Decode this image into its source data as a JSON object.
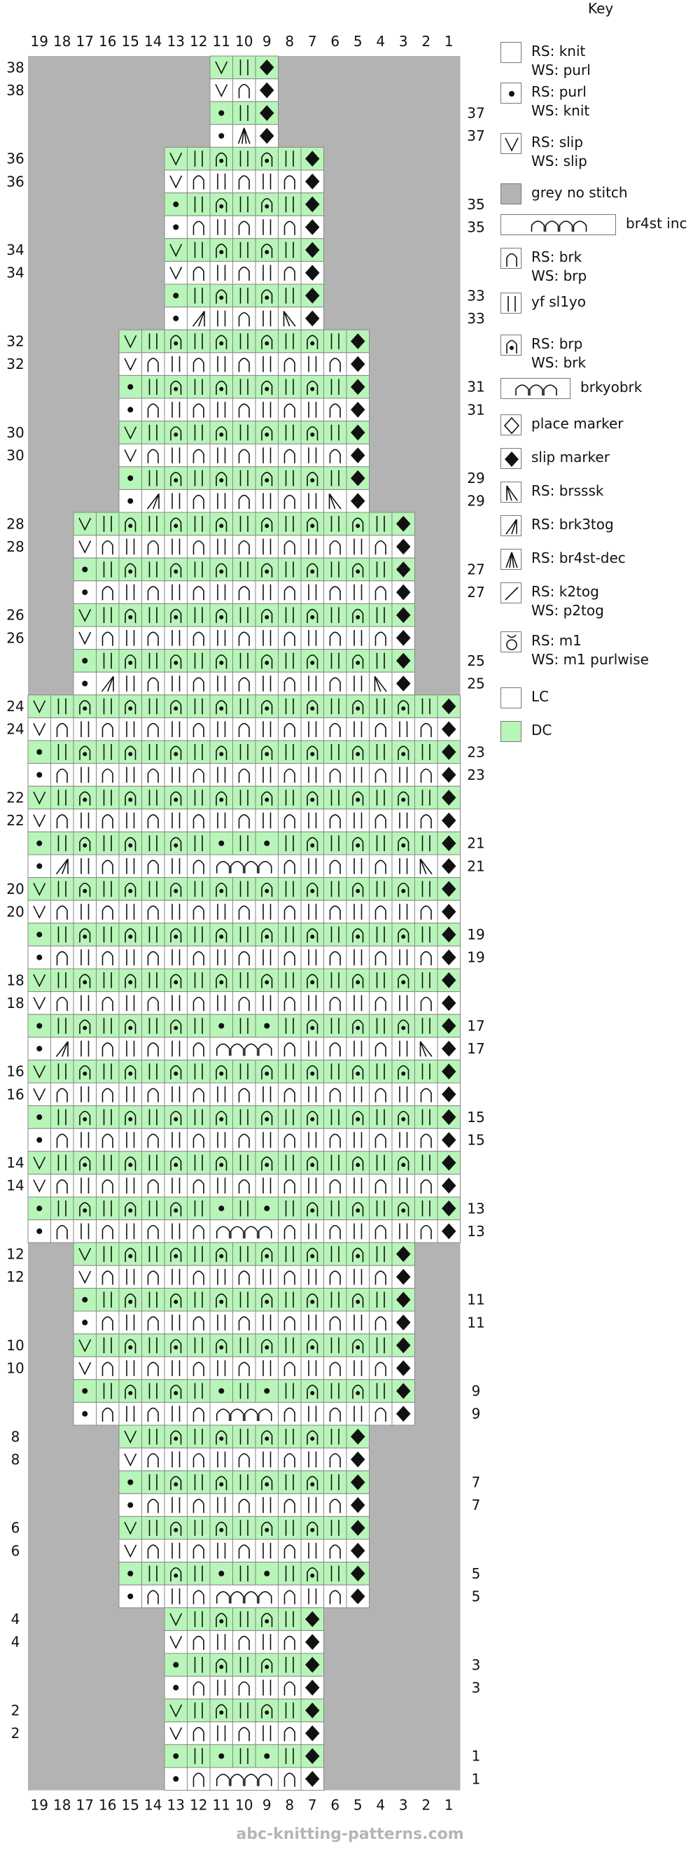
{
  "colors": {
    "grey": "#b3b3b3",
    "lc": "#ffffff",
    "dc": "#b8f5b8",
    "grid": "#888888"
  },
  "key": {
    "title": "Key",
    "items": [
      {
        "symbol": "knit",
        "label": "RS: knit\nWS: purl"
      },
      {
        "symbol": "purl",
        "label": "RS: purl\nWS: knit"
      },
      {
        "symbol": "slip",
        "label": "RS: slip\nWS: slip"
      },
      {
        "symbol": "grey",
        "label": "grey no stitch"
      },
      {
        "symbol": "br4stinc",
        "label": "br4st inc"
      },
      {
        "symbol": "brk",
        "label": "RS: brk\nWS: brp"
      },
      {
        "symbol": "yfsl1yo",
        "label": "yf sl1yo"
      },
      {
        "symbol": "brp",
        "label": "RS: brp\nWS: brk"
      },
      {
        "symbol": "brkyobrk",
        "label": "brkyobrk"
      },
      {
        "symbol": "place",
        "label": "place marker"
      },
      {
        "symbol": "slipmarker",
        "label": "slip marker"
      },
      {
        "symbol": "brsssk",
        "label": "RS: brsssk"
      },
      {
        "symbol": "brk3tog",
        "label": "RS: brk3tog"
      },
      {
        "symbol": "br4stdec",
        "label": "RS: br4st-dec"
      },
      {
        "symbol": "k2tog",
        "label": "RS: k2tog\nWS: p2tog"
      },
      {
        "symbol": "m1",
        "label": "RS: m1\nWS: m1 purlwise"
      },
      {
        "symbol": "lc",
        "label": "LC"
      },
      {
        "symbol": "dc",
        "label": "DC"
      }
    ]
  },
  "chart_data": {
    "type": "table",
    "title": "",
    "columns": [
      19,
      18,
      17,
      16,
      15,
      14,
      13,
      12,
      11,
      10,
      9,
      8,
      7,
      6,
      5,
      4,
      3,
      2,
      1
    ],
    "rows": [
      {
        "left": "38",
        "right": "",
        "cells": {
          "11": "slip-dc",
          "10": "yf-dc",
          "9": "slipmarker"
        }
      },
      {
        "left": "38",
        "right": "",
        "cells": {
          "11": "slip",
          "10": "brk",
          "9": "slipmarker"
        }
      },
      {
        "left": "",
        "right": "37",
        "cells": {
          "11": "purl-dc",
          "10": "yf-dc",
          "9": "slipmarker"
        }
      },
      {
        "left": "",
        "right": "37",
        "cells": {
          "11": "purl",
          "10": "br4stdec",
          "9": "slipmarker"
        }
      },
      {
        "left": "36",
        "right": "",
        "pattern": "A",
        "span": [
          13,
          7
        ]
      },
      {
        "left": "36",
        "right": "",
        "pattern": "B",
        "span": [
          13,
          7
        ]
      },
      {
        "left": "",
        "right": "35",
        "pattern": "C",
        "span": [
          13,
          7
        ]
      },
      {
        "left": "",
        "right": "35",
        "pattern": "D",
        "span": [
          13,
          7
        ]
      },
      {
        "left": "34",
        "right": "",
        "pattern": "A",
        "span": [
          13,
          7
        ]
      },
      {
        "left": "34",
        "right": "",
        "pattern": "B",
        "span": [
          13,
          7
        ]
      },
      {
        "left": "",
        "right": "33",
        "pattern": "C",
        "span": [
          13,
          7
        ]
      },
      {
        "left": "",
        "right": "33",
        "pattern": "E",
        "span": [
          13,
          7
        ]
      },
      {
        "left": "32",
        "right": "",
        "pattern": "A",
        "span": [
          15,
          5
        ]
      },
      {
        "left": "32",
        "right": "",
        "pattern": "B",
        "span": [
          15,
          5
        ]
      },
      {
        "left": "",
        "right": "31",
        "pattern": "C",
        "span": [
          15,
          5
        ]
      },
      {
        "left": "",
        "right": "31",
        "pattern": "D",
        "span": [
          15,
          5
        ]
      },
      {
        "left": "30",
        "right": "",
        "pattern": "A",
        "span": [
          15,
          5
        ]
      },
      {
        "left": "30",
        "right": "",
        "pattern": "B",
        "span": [
          15,
          5
        ]
      },
      {
        "left": "",
        "right": "29",
        "pattern": "C",
        "span": [
          15,
          5
        ]
      },
      {
        "left": "",
        "right": "29",
        "pattern": "E",
        "span": [
          15,
          5
        ]
      },
      {
        "left": "28",
        "right": "",
        "pattern": "A",
        "span": [
          17,
          3
        ]
      },
      {
        "left": "28",
        "right": "",
        "pattern": "B",
        "span": [
          17,
          3
        ]
      },
      {
        "left": "",
        "right": "27",
        "pattern": "C",
        "span": [
          17,
          3
        ]
      },
      {
        "left": "",
        "right": "27",
        "pattern": "D",
        "span": [
          17,
          3
        ]
      },
      {
        "left": "26",
        "right": "",
        "pattern": "A",
        "span": [
          17,
          3
        ]
      },
      {
        "left": "26",
        "right": "",
        "pattern": "B",
        "span": [
          17,
          3
        ]
      },
      {
        "left": "",
        "right": "25",
        "pattern": "C",
        "span": [
          17,
          3
        ]
      },
      {
        "left": "",
        "right": "25",
        "pattern": "E",
        "span": [
          17,
          3
        ]
      },
      {
        "left": "24",
        "right": "",
        "pattern": "A",
        "span": [
          19,
          1
        ]
      },
      {
        "left": "24",
        "right": "",
        "pattern": "B",
        "span": [
          19,
          1
        ]
      },
      {
        "left": "",
        "right": "23",
        "pattern": "C",
        "span": [
          19,
          1
        ]
      },
      {
        "left": "",
        "right": "23",
        "pattern": "D",
        "span": [
          19,
          1
        ]
      },
      {
        "left": "22",
        "right": "",
        "pattern": "A",
        "span": [
          19,
          1
        ]
      },
      {
        "left": "22",
        "right": "",
        "pattern": "B",
        "span": [
          19,
          1
        ]
      },
      {
        "left": "",
        "right": "21",
        "pattern": "F",
        "span": [
          19,
          1
        ]
      },
      {
        "left": "",
        "right": "21",
        "pattern": "G",
        "span": [
          19,
          1
        ]
      },
      {
        "left": "20",
        "right": "",
        "pattern": "A",
        "span": [
          19,
          1
        ]
      },
      {
        "left": "20",
        "right": "",
        "pattern": "B",
        "span": [
          19,
          1
        ]
      },
      {
        "left": "",
        "right": "19",
        "pattern": "C",
        "span": [
          19,
          1
        ]
      },
      {
        "left": "",
        "right": "19",
        "pattern": "D",
        "span": [
          19,
          1
        ]
      },
      {
        "left": "18",
        "right": "",
        "pattern": "A",
        "span": [
          19,
          1
        ]
      },
      {
        "left": "18",
        "right": "",
        "pattern": "B",
        "span": [
          19,
          1
        ]
      },
      {
        "left": "",
        "right": "17",
        "pattern": "F",
        "span": [
          19,
          1
        ]
      },
      {
        "left": "",
        "right": "17",
        "pattern": "G",
        "span": [
          19,
          1
        ]
      },
      {
        "left": "16",
        "right": "",
        "pattern": "A",
        "span": [
          19,
          1
        ]
      },
      {
        "left": "16",
        "right": "",
        "pattern": "B",
        "span": [
          19,
          1
        ]
      },
      {
        "left": "",
        "right": "15",
        "pattern": "C",
        "span": [
          19,
          1
        ]
      },
      {
        "left": "",
        "right": "15",
        "pattern": "D",
        "span": [
          19,
          1
        ]
      },
      {
        "left": "14",
        "right": "",
        "pattern": "A",
        "span": [
          19,
          1
        ]
      },
      {
        "left": "14",
        "right": "",
        "pattern": "B",
        "span": [
          19,
          1
        ]
      },
      {
        "left": "",
        "right": "13",
        "pattern": "F",
        "span": [
          19,
          1
        ]
      },
      {
        "left": "",
        "right": "13",
        "pattern": "H",
        "span": [
          19,
          1
        ]
      },
      {
        "left": "12",
        "right": "",
        "pattern": "A",
        "span": [
          17,
          3
        ]
      },
      {
        "left": "12",
        "right": "",
        "pattern": "B",
        "span": [
          17,
          3
        ]
      },
      {
        "left": "",
        "right": "11",
        "pattern": "C",
        "span": [
          17,
          3
        ]
      },
      {
        "left": "",
        "right": "11",
        "pattern": "D",
        "span": [
          17,
          3
        ]
      },
      {
        "left": "10",
        "right": "",
        "pattern": "A",
        "span": [
          17,
          3
        ]
      },
      {
        "left": "10",
        "right": "",
        "pattern": "B",
        "span": [
          17,
          3
        ]
      },
      {
        "left": "",
        "right": "9",
        "pattern": "F",
        "span": [
          17,
          3
        ]
      },
      {
        "left": "",
        "right": "9",
        "pattern": "H",
        "span": [
          17,
          3
        ]
      },
      {
        "left": "8",
        "right": "",
        "pattern": "A",
        "span": [
          15,
          5
        ]
      },
      {
        "left": "8",
        "right": "",
        "pattern": "B",
        "span": [
          15,
          5
        ]
      },
      {
        "left": "",
        "right": "7",
        "pattern": "C",
        "span": [
          15,
          5
        ]
      },
      {
        "left": "",
        "right": "7",
        "pattern": "D",
        "span": [
          15,
          5
        ]
      },
      {
        "left": "6",
        "right": "",
        "pattern": "A",
        "span": [
          15,
          5
        ]
      },
      {
        "left": "6",
        "right": "",
        "pattern": "B",
        "span": [
          15,
          5
        ]
      },
      {
        "left": "",
        "right": "5",
        "pattern": "F",
        "span": [
          15,
          5
        ]
      },
      {
        "left": "",
        "right": "5",
        "pattern": "H",
        "span": [
          15,
          5
        ]
      },
      {
        "left": "4",
        "right": "",
        "pattern": "A",
        "span": [
          13,
          7
        ]
      },
      {
        "left": "4",
        "right": "",
        "pattern": "B",
        "span": [
          13,
          7
        ]
      },
      {
        "left": "",
        "right": "3",
        "pattern": "C",
        "span": [
          13,
          7
        ]
      },
      {
        "left": "",
        "right": "3",
        "pattern": "D",
        "span": [
          13,
          7
        ]
      },
      {
        "left": "2",
        "right": "",
        "pattern": "A",
        "span": [
          13,
          7
        ]
      },
      {
        "left": "2",
        "right": "",
        "pattern": "B",
        "span": [
          13,
          7
        ]
      },
      {
        "left": "",
        "right": "1",
        "pattern": "F",
        "span": [
          13,
          7
        ]
      },
      {
        "left": "",
        "right": "1",
        "pattern": "H",
        "span": [
          13,
          7
        ]
      }
    ]
  },
  "footer": "abc-knitting-patterns.com"
}
